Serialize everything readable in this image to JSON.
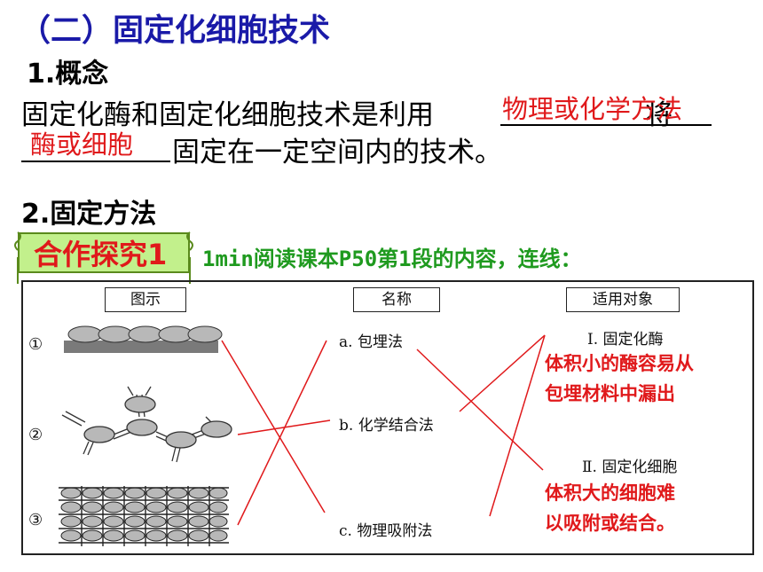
{
  "title": "（二）固定化细胞技术",
  "section1": {
    "heading": "1.概念",
    "line1_before": "固定化酶和固定化细胞技术是利用",
    "fill1": "物理或化学方法",
    "line1_after": "将",
    "fill2": "酶或细胞",
    "line2_after": "固定在一定空间内的技术。"
  },
  "section2": {
    "heading": "2.固定方法"
  },
  "activity": {
    "badge": "合作探究1",
    "task": "1min阅读课本P50第1段的内容，连线："
  },
  "figure": {
    "headers": {
      "diagram": "图示",
      "name": "名称",
      "target": "适用对象"
    },
    "diagram_numbers": [
      "①",
      "②",
      "③"
    ],
    "names": [
      "a. 包埋法",
      "b. 化学结合法",
      "c. 物理吸附法"
    ],
    "targets": [
      "Ⅰ. 固定化酶",
      "Ⅱ. 固定化细胞"
    ],
    "notes": {
      "enzyme_line1": "体积小的酶容易从",
      "enzyme_line2": "包埋材料中漏出",
      "cell_line1": "体积大的细胞难",
      "cell_line2": "以吸附或结合。"
    },
    "colors": {
      "ellipse_fill": "#b8b8b8",
      "bar_fill": "#7a7a7a",
      "match_line": "#e0191b"
    }
  }
}
